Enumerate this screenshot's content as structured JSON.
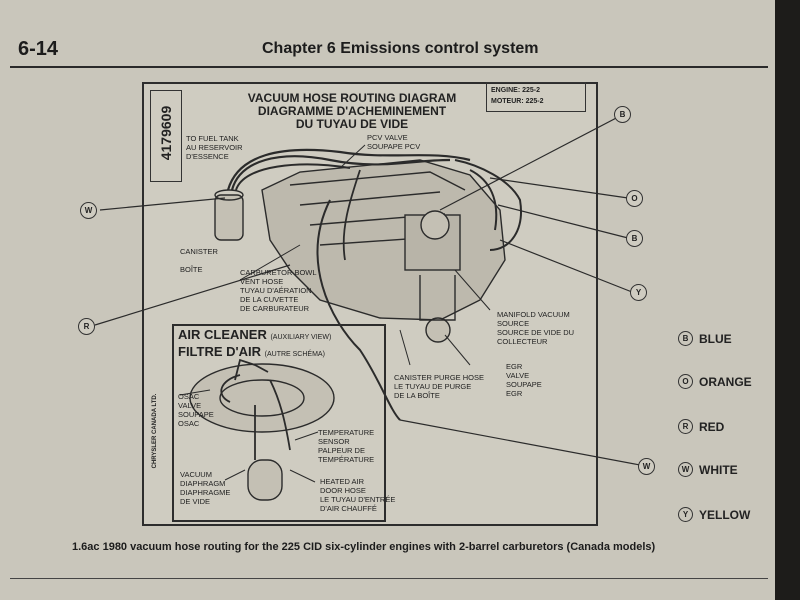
{
  "header": {
    "page_number": "6-14",
    "chapter": "Chapter 6   Emissions control system"
  },
  "diagram": {
    "part_number": "4179609",
    "engine_lines": [
      "ENGINE: 225-2",
      "MOTEUR: 225-2"
    ],
    "title_lines": [
      "VACUUM HOSE ROUTING DIAGRAM",
      "DIAGRAMME D'ACHEMINEMENT",
      "DU TUYAU DE VIDE"
    ],
    "labels": {
      "fuel_tank": "TO FUEL TANK\nAU RESERVOIR\nD'ESSENCE",
      "pcv_valve": "PCV VALVE\nSOUPAPE PCV",
      "canister": "CANISTER\n\nBOÎTE",
      "carb_bowl": "CARBURETOR BOWL\nVENT HOSE\nTUYAU D'AÉRATION\nDE LA CUVETTE\nDE CARBURATEUR",
      "manifold_vacuum": "MANIFOLD VACUUM\nSOURCE\nSOURCE DE VIDE DU\nCOLLECTEUR",
      "egr_valve": "EGR\nVALVE\nSOUPAPE\nEGR",
      "canister_purge": "CANISTER PURGE HOSE\nLE TUYAU DE PURGE\nDE LA BOÎTE",
      "osac_valve": "OSAC\nVALVE\nSOUPAPE\nOSAC",
      "temp_sensor": "TEMPERATURE\nSENSOR\nPALPEUR DE\nTEMPÉRATURE",
      "vacuum_diaphragm": "VACUUM\nDIAPHRAGM\nDIAPHRAGME\nDE VIDE",
      "heated_air": "HEATED AIR\nDOOR HOSE\nLE TUYAU D'ENTRÉE\nD'AIR CHAUFFÉ"
    },
    "air_cleaner": {
      "title_en": "AIR CLEANER",
      "view_en": "(AUXILIARY VIEW)",
      "title_fr": "FILTRE D'AIR",
      "view_fr": "(AUTRE SCHÉMA)"
    },
    "chrysler_mark": "CHRYSLER CANADA LTD.",
    "callouts": {
      "b": "B",
      "o": "O",
      "w": "W",
      "r": "R",
      "y": "Y"
    }
  },
  "legend": [
    {
      "code": "B",
      "label": "BLUE"
    },
    {
      "code": "O",
      "label": "ORANGE"
    },
    {
      "code": "R",
      "label": "RED"
    },
    {
      "code": "W",
      "label": "WHITE"
    },
    {
      "code": "Y",
      "label": "YELLOW"
    }
  ],
  "caption": "1.6ac  1980 vacuum hose routing for the 225 CID six-cylinder engines with 2-barrel carburetors (Canada models)"
}
